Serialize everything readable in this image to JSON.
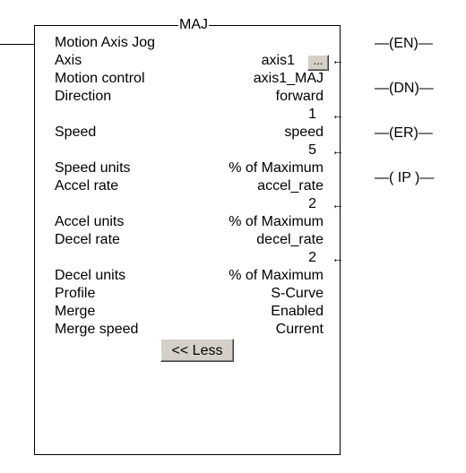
{
  "block": {
    "title": "MAJ",
    "name": "Motion Axis Jog"
  },
  "params": [
    {
      "label": "Axis",
      "value": "axis1"
    },
    {
      "label": "Motion control",
      "value": "axis1_MAJ"
    },
    {
      "label": "Direction",
      "value": "forward",
      "value2": "1"
    },
    {
      "label": "Speed",
      "value": "speed",
      "value2": "5"
    },
    {
      "label": "Speed units",
      "value": "% of Maximum"
    },
    {
      "label": "Accel rate",
      "value": "accel_rate",
      "value2": "2"
    },
    {
      "label": "Accel units",
      "value": "% of Maximum"
    },
    {
      "label": "Decel rate",
      "value": "decel_rate",
      "value2": "2"
    },
    {
      "label": "Decel units",
      "value": "% of Maximum"
    },
    {
      "label": "Profile",
      "value": "S-Curve"
    },
    {
      "label": "Merge",
      "value": "Enabled"
    },
    {
      "label": "Merge speed",
      "value": "Current"
    }
  ],
  "buttons": {
    "browse_label": "...",
    "less_label": "<< Less"
  },
  "arrows": {
    "glyph": "🡐"
  },
  "outputs": [
    {
      "text": "—(EN)—"
    },
    {
      "text": "—(DN)—"
    },
    {
      "text": "—(ER)—"
    },
    {
      "text": "—( IP )—"
    }
  ]
}
